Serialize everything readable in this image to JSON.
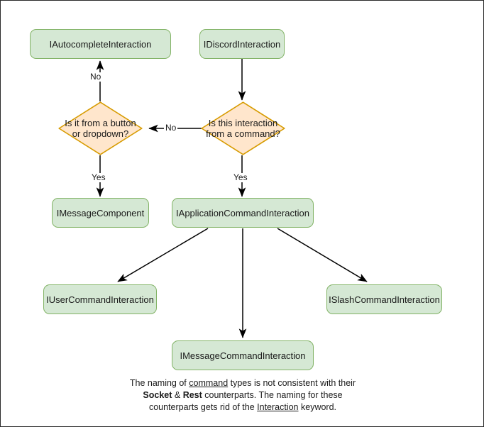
{
  "diagram": {
    "title": "Discord Interaction type hierarchy flowchart",
    "colors": {
      "process_fill": "#d5e8d4",
      "process_stroke": "#82b366",
      "decision_fill": "#ffe6cc",
      "decision_stroke": "#d79b00",
      "edge_stroke": "#000000",
      "frame_border": "#2b2b2b",
      "background": "#ffffff",
      "text": "#1a1a1a"
    },
    "nodes": [
      {
        "id": "autocomplete",
        "label": "IAutocompleteInteraction",
        "shape": "process"
      },
      {
        "id": "discord",
        "label": "IDiscordInteraction",
        "shape": "process"
      },
      {
        "id": "decision_button",
        "label": "Is it from a button or dropdown?",
        "shape": "decision"
      },
      {
        "id": "decision_command",
        "label": "Is this interaction from a command?",
        "shape": "decision"
      },
      {
        "id": "message_component",
        "label": "IMessageComponent",
        "shape": "process"
      },
      {
        "id": "application_command",
        "label": "IApplicationCommandInteraction",
        "shape": "process"
      },
      {
        "id": "user_command",
        "label": "IUserCommandInteraction",
        "shape": "process"
      },
      {
        "id": "message_command",
        "label": "IMessageCommandInteraction",
        "shape": "process"
      },
      {
        "id": "slash_command",
        "label": "ISlashCommandInteraction",
        "shape": "process"
      }
    ],
    "edges": [
      {
        "from": "discord",
        "to": "decision_command",
        "label": ""
      },
      {
        "from": "decision_command",
        "to": "decision_button",
        "label": "No"
      },
      {
        "from": "decision_command",
        "to": "application_command",
        "label": "Yes"
      },
      {
        "from": "decision_button",
        "to": "autocomplete",
        "label": "No"
      },
      {
        "from": "decision_button",
        "to": "message_component",
        "label": "Yes"
      },
      {
        "from": "application_command",
        "to": "user_command",
        "label": ""
      },
      {
        "from": "application_command",
        "to": "message_command",
        "label": ""
      },
      {
        "from": "application_command",
        "to": "slash_command",
        "label": ""
      }
    ],
    "edge_labels": {
      "no_up": "No",
      "no_left": "No",
      "yes_left": "Yes",
      "yes_right": "Yes"
    },
    "caption": {
      "line1_pre": "The naming of ",
      "line1_underline": "command",
      "line1_post": " types is not consistent with their",
      "line2_bold1": "Socket",
      "line2_amp": " & ",
      "line2_bold2": "Rest",
      "line2_post": " counterparts. The naming for these",
      "line3_pre": "counterparts gets rid of the ",
      "line3_underline": "Interaction",
      "line3_post": " keyword."
    }
  }
}
